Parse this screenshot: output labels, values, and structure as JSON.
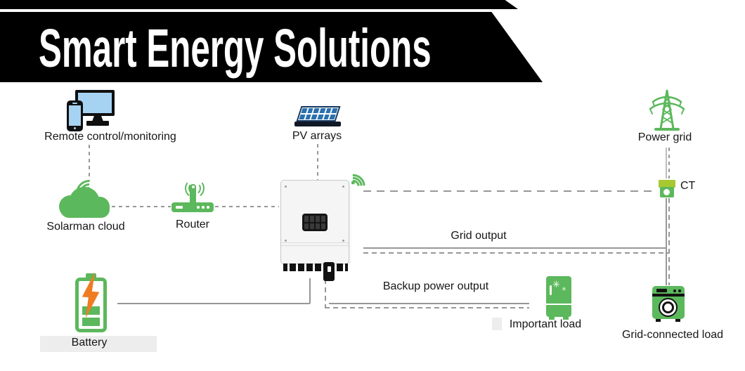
{
  "banner": {
    "title": "Smart Energy Solutions"
  },
  "colors": {
    "banner_bg": "#000000",
    "banner_text": "#ffffff",
    "text": "#161616",
    "accent_green": "#5cb85c",
    "screen_blue": "#a7d3f2",
    "panel_blue": "#2a70ae",
    "panel_frame": "#14365e",
    "bolt_orange": "#f07c22",
    "ct_lime": "#a8c832",
    "line_gray": "#979797"
  },
  "nodes": {
    "remote": {
      "label": "Remote control/monitoring"
    },
    "pv": {
      "label": "PV arrays"
    },
    "power_grid": {
      "label": "Power grid"
    },
    "cloud": {
      "label": "Solarman cloud"
    },
    "router": {
      "label": "Router"
    },
    "ct": {
      "label": "CT"
    },
    "battery": {
      "label": "Battery"
    },
    "important_load": {
      "label": "Important load"
    },
    "grid_connected_load": {
      "label": "Grid-connected load"
    }
  },
  "connections": {
    "grid_output_label": "Grid output",
    "backup_power_output_label": "Backup power output"
  }
}
